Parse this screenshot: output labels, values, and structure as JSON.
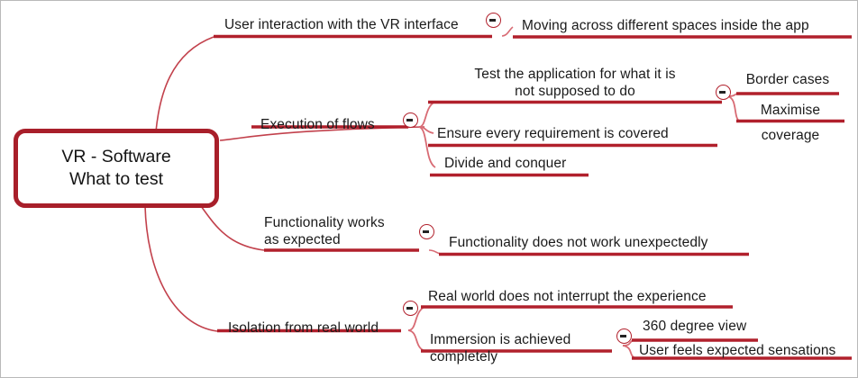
{
  "diagram": {
    "type": "mind-map",
    "title": "VR - Software What to test",
    "colors": {
      "branch_stroke": "#b1202c",
      "underline": "#b1202c",
      "root_border": "#a81f2a",
      "text": "#1a1a1a",
      "background": "#ffffff",
      "frame_border": "#b9b9b9"
    }
  },
  "root": {
    "label": "VR - Software\nWhat to test"
  },
  "branches": [
    {
      "id": "user-interaction",
      "label": "User interaction with the VR interface",
      "collapse_icon": "minus-circle-icon",
      "children": [
        {
          "id": "moving-across-spaces",
          "label": "Moving across different spaces inside the app"
        }
      ]
    },
    {
      "id": "execution-of-flows",
      "label": "Execution of flows",
      "collapse_icon": "minus-circle-icon",
      "children": [
        {
          "id": "test-not-supposed",
          "label": "Test the application for what it is\nnot supposed to do",
          "collapse_icon": "minus-circle-icon",
          "children": [
            {
              "id": "border-cases",
              "label": "Border cases"
            },
            {
              "id": "maximise-coverage",
              "label": "Maximise\ncoverage"
            }
          ]
        },
        {
          "id": "ensure-requirement-covered",
          "label": "Ensure every requirement is covered"
        },
        {
          "id": "divide-and-conquer",
          "label": "Divide and conquer"
        }
      ]
    },
    {
      "id": "functionality-works",
      "label": "Functionality works\nas expected",
      "collapse_icon": "minus-circle-icon",
      "children": [
        {
          "id": "functionality-not-unexpected",
          "label": "Functionality does not work unexpectedly"
        }
      ]
    },
    {
      "id": "isolation-real-world",
      "label": "Isolation from real world",
      "collapse_icon": "minus-circle-icon",
      "children": [
        {
          "id": "real-world-no-interrupt",
          "label": "Real world does not interrupt the experience"
        },
        {
          "id": "immersion-achieved",
          "label": "Immersion is achieved\ncompletely",
          "collapse_icon": "minus-circle-icon",
          "children": [
            {
              "id": "360-degree-view",
              "label": "360 degree view"
            },
            {
              "id": "user-feels-sensations",
              "label": "User feels expected sensations"
            }
          ]
        }
      ]
    }
  ],
  "labels": {
    "b0": "User interaction with the VR interface",
    "b0c0": "Moving across different spaces inside the app",
    "b1": "Execution of flows",
    "b1c0": "Test the application for what it is\nnot supposed to do",
    "b1c0g0": "Border cases",
    "b1c0g1": "Maximise\ncoverage",
    "b1c1": "Ensure every requirement is covered",
    "b1c2": "Divide and conquer",
    "b2": "Functionality works\nas expected",
    "b2c0": "Functionality does not work unexpectedly",
    "b3": "Isolation from real world",
    "b3c0": "Real world does not interrupt the experience",
    "b3c1": "Immersion is achieved\ncompletely",
    "b3c1g0": "360 degree view",
    "b3c1g1": "User feels expected sensations"
  }
}
